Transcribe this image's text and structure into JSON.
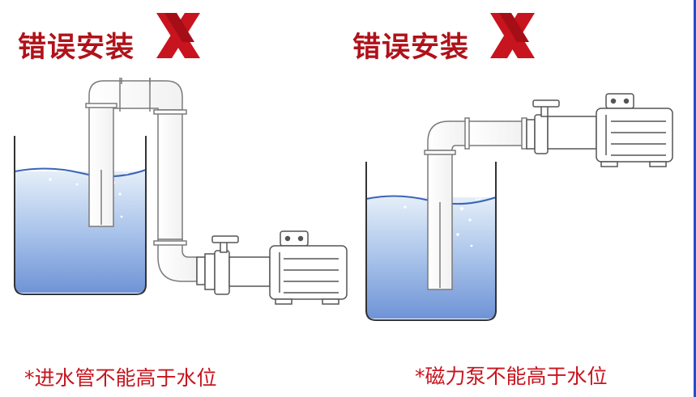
{
  "left": {
    "title": "错误安装",
    "caption": "*进水管不能高于水位",
    "mark_color": "#c8141e"
  },
  "right": {
    "title": "错误安装",
    "caption": "*磁力泵不能高于水位",
    "mark_color": "#c8141e"
  },
  "colors": {
    "title_text": "#b0121a",
    "caption_text": "#c8141e",
    "water_top": "#d8e7f6",
    "water_bottom": "#6f93d6",
    "pipe_outline": "#7a7a7a"
  },
  "icons": [
    "wrong-x-icon",
    "water-tank-icon",
    "magnetic-pump-icon",
    "motor-icon"
  ]
}
